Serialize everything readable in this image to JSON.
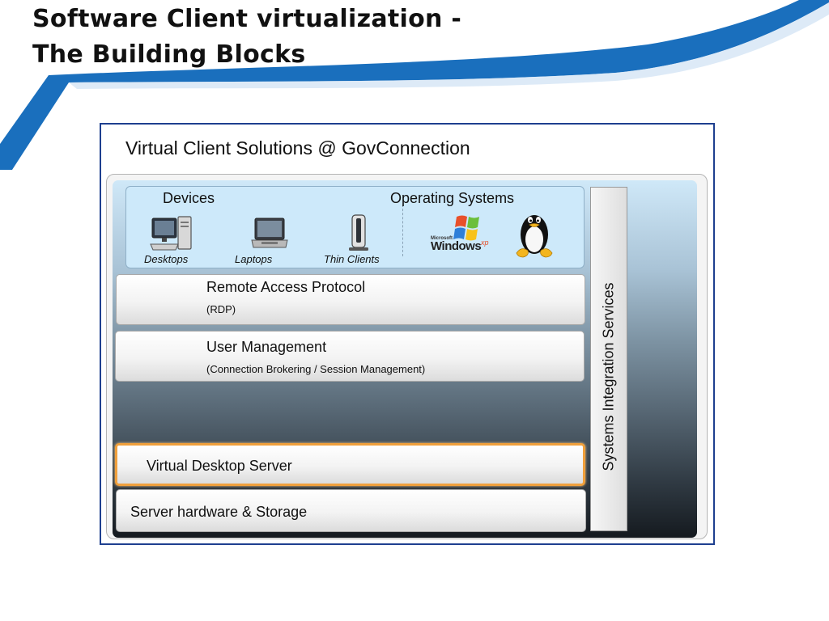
{
  "slide": {
    "title_line1": "Software Client virtualization -",
    "title_line2": "The Building Blocks"
  },
  "diagram": {
    "title": "Virtual Client Solutions @ GovConnection",
    "devices_header": "Devices",
    "os_header": "Operating Systems",
    "devices": [
      {
        "label": "Desktops",
        "icon": "desktop-computer-icon"
      },
      {
        "label": "Laptops",
        "icon": "laptop-icon"
      },
      {
        "label": "Thin Clients",
        "icon": "thin-client-icon"
      }
    ],
    "operating_systems": [
      {
        "icon": "windows-xp-logo",
        "logo_text": "Windows",
        "logo_sup": "xp",
        "logo_small": "Microsoft"
      },
      {
        "icon": "linux-penguin-icon"
      }
    ],
    "layers": [
      {
        "title": "Remote Access Protocol",
        "subtitle": "(RDP)"
      },
      {
        "title": "User Management",
        "subtitle": "(Connection Brokering / Session Management)"
      },
      {
        "title": "Virtual Desktop Server"
      },
      {
        "title": "Server hardware & Storage"
      }
    ],
    "side_bar": "Systems Integration Services"
  },
  "colors": {
    "accent_blue": "#1a6fbd",
    "frame_border": "#1e3f8f",
    "highlight_orange": "#f0a03c"
  }
}
